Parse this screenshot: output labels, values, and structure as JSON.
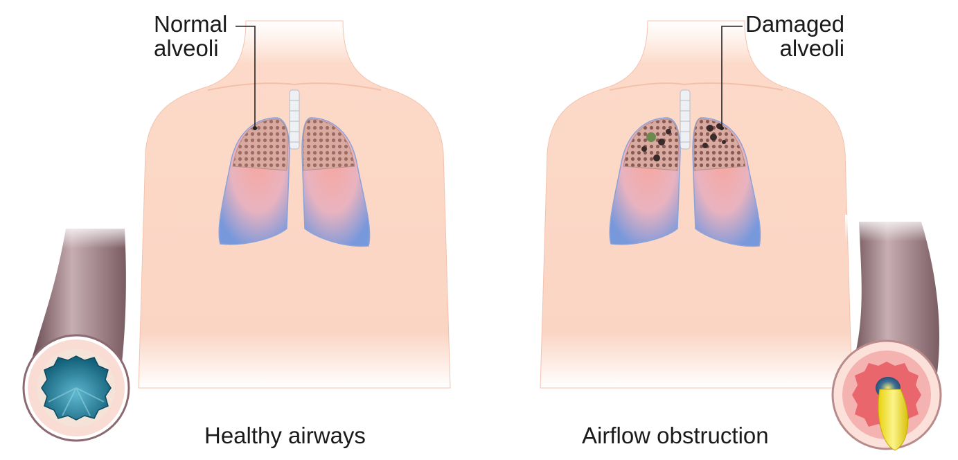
{
  "labels": {
    "left_callout_line1": "Normal",
    "left_callout_line2": "alveoli",
    "right_callout_line1": "Damaged",
    "right_callout_line2": "alveoli",
    "left_caption": "Healthy airways",
    "right_caption": "Airflow obstruction"
  },
  "colors": {
    "skin": "#fbd5c4",
    "skin_edge": "#f4b9a3",
    "lung_blue": "#6f8fd6",
    "lung_pink": "#f1a5a5",
    "alveoli": "#c4948a",
    "airway_wall": "#8a6a70",
    "airway_lumen_healthy": "#1f7d9a",
    "airway_inflamed": "#e8666c",
    "mucus": "#f3e640"
  },
  "icons": [
    "trachea-icon",
    "lungs-icon",
    "airway-cross-section-icon"
  ]
}
